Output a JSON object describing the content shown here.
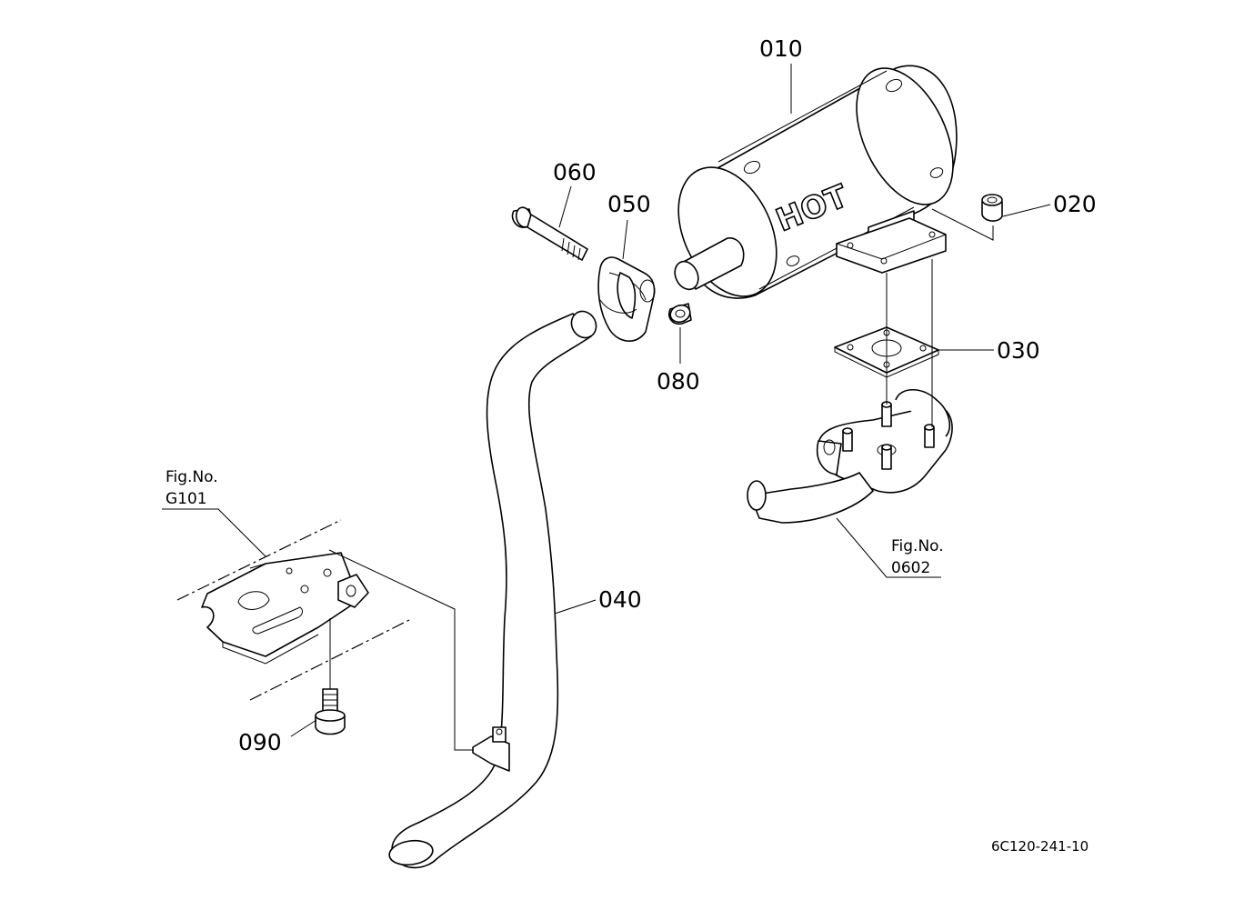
{
  "callouts": {
    "p010": "010",
    "p020": "020",
    "p030": "030",
    "p040": "040",
    "p050": "050",
    "p060": "060",
    "p080": "080",
    "p090": "090"
  },
  "muffler_label": "HOT",
  "fig_refs": {
    "left": {
      "line1": "Fig.No.",
      "line2": "G101"
    },
    "right": {
      "line1": "Fig.No.",
      "line2": "0602"
    }
  },
  "drawing_code": "6C120-241-10"
}
